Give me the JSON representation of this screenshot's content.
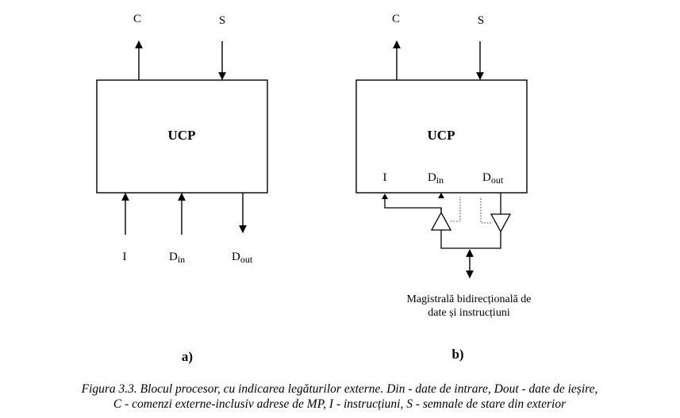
{
  "diagram_a": {
    "block_label": "UCP",
    "top_out": "C",
    "top_in": "S",
    "bottom_in_1": "I",
    "bottom_in_2_main": "D",
    "bottom_in_2_sub": "in",
    "bottom_out_main": "D",
    "bottom_out_sub": "out",
    "panel_label": "a)"
  },
  "diagram_b": {
    "block_label": "UCP",
    "top_out": "C",
    "top_in": "S",
    "inner_1": "I",
    "inner_2_main": "D",
    "inner_2_sub": "in",
    "inner_3_main": "D",
    "inner_3_sub": "out",
    "bus_note_line1": "Magistrală bidirecțională de",
    "bus_note_line2": "date și instrucțiuni",
    "panel_label": "b)"
  },
  "caption": {
    "line1": "Figura 3.3. Blocul procesor, cu indicarea legăturilor externe. Din - date de intrare, Dout - date de ieșire,",
    "line2": "C - comenzi externe-inclusiv adrese de MP, I - instrucțiuni, S - semnale de stare din exterior"
  }
}
